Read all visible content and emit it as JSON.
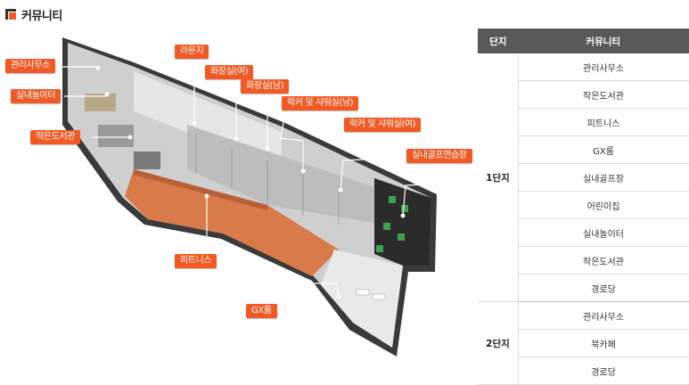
{
  "page": {
    "title": "커뮤니티"
  },
  "floorplan_labels": {
    "office": "관리사무소",
    "play": "실내놀이터",
    "library": "작은도서관",
    "lounge": "라운지",
    "restroom_f": "화장실(여)",
    "restroom_m": "화장실(남)",
    "locker_m": "락커 및 샤워실(남)",
    "locker_f": "락커 및 샤워실(여)",
    "golf": "실내골프연습장",
    "fitness": "피트니스",
    "gx": "GX룸"
  },
  "table": {
    "headers": [
      "단지",
      "커뮤니티"
    ],
    "groups": [
      {
        "complex": "1단지",
        "items": [
          "관리사무소",
          "작은도서관",
          "피트니스",
          "GX룸",
          "실내골프장",
          "어린이집",
          "실내놀이터",
          "작은도서관",
          "경로당"
        ]
      },
      {
        "complex": "2단지",
        "items": [
          "관리사무소",
          "북카페",
          "경로당"
        ]
      }
    ]
  },
  "colors": {
    "accent": "#f15a24",
    "header_bg": "#595959"
  }
}
